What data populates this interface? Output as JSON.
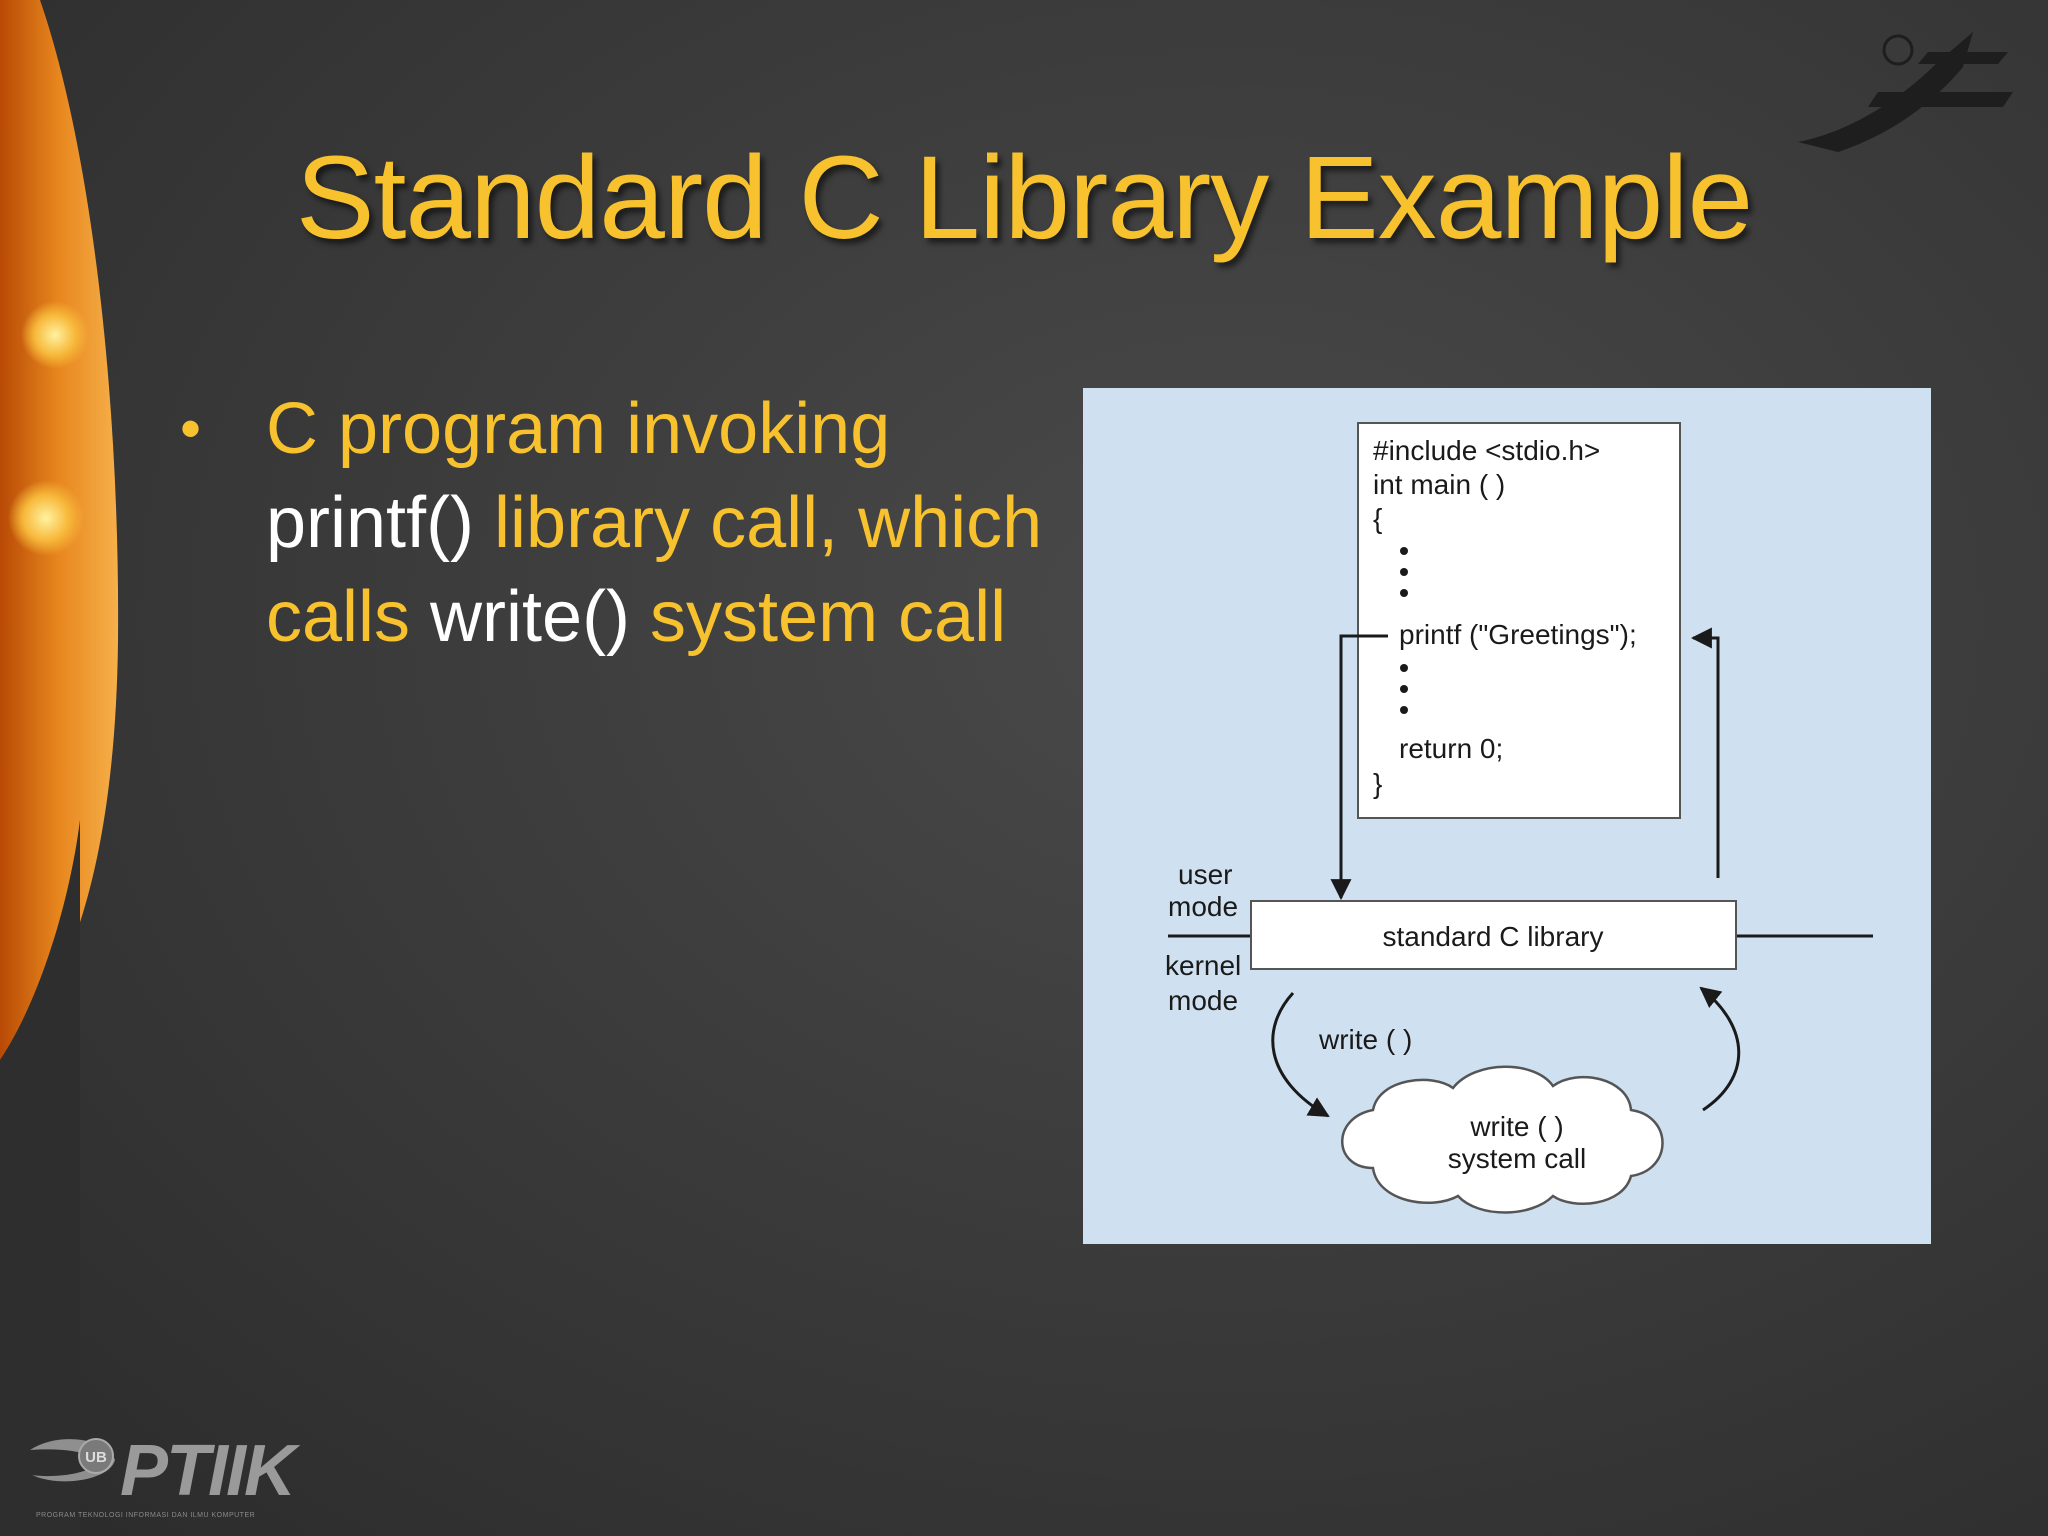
{
  "slide": {
    "title": "Standard C Library Example",
    "bullet": {
      "part1": "C program invoking ",
      "part2": "printf()",
      "part3": " library call, which calls ",
      "part4": "write()",
      "part5": " system call"
    }
  },
  "diagram": {
    "code": [
      "#include <stdio.h>",
      "int main ( )",
      "{",
      "printf (\"Greetings\");",
      "return 0;",
      "}"
    ],
    "user_mode_label_1": "user",
    "user_mode_label_2": "mode",
    "kernel_mode_label_1": "kernel",
    "kernel_mode_label_2": "mode",
    "library_box_label": "standard C library",
    "write_label": "write ( )",
    "syscall_label_1": "write ( )",
    "syscall_label_2": "system call"
  },
  "branding": {
    "logo_text": "PTIIK",
    "logo_badge": "UB",
    "logo_subtitle": "PROGRAM TEKNOLOGI INFORMASI DAN ILMU KOMPUTER"
  },
  "colors": {
    "title": "#f7c22e",
    "highlight": "#ffffff",
    "diagram_bg": "#cfe1f1",
    "accent_orange": "#e8871e"
  }
}
